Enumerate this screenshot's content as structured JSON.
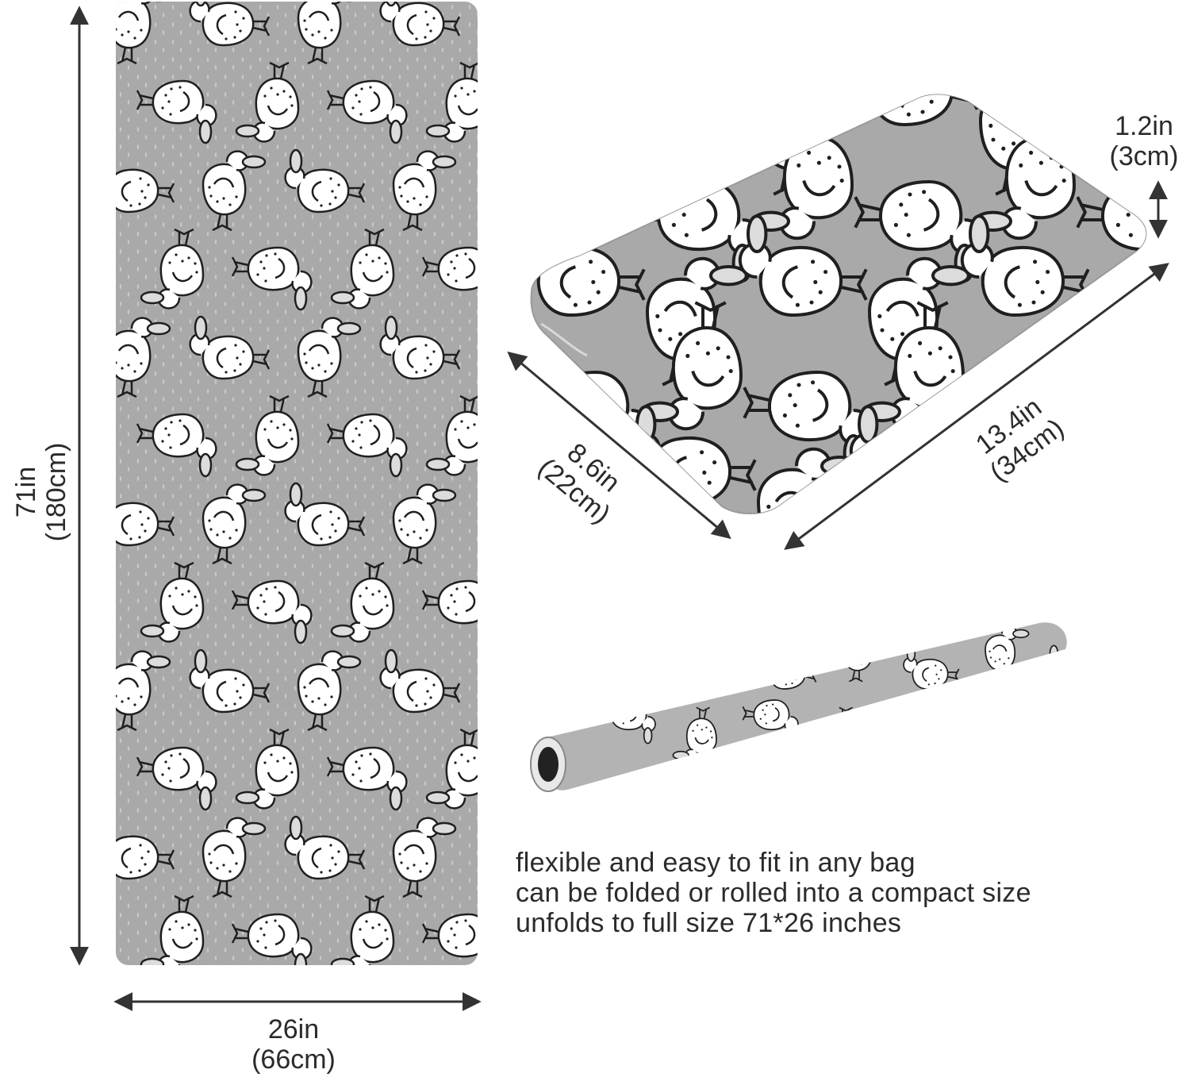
{
  "colors": {
    "mat_bg": "#a9a9a9",
    "pattern_fill": "#ffffff",
    "pattern_line": "#1f1f1f",
    "arrow": "#333333"
  },
  "pattern": "cartoon-duck-pattern",
  "mat": {
    "height_label": "71in",
    "height_metric": "(180cm)",
    "width_label": "26in",
    "width_metric": "(66cm)"
  },
  "folded": {
    "thickness_label": "1.2in",
    "thickness_metric": "(3cm)",
    "depth_label": "8.6in",
    "depth_metric": "(22cm)",
    "length_label": "13.4in",
    "length_metric": "(34cm)"
  },
  "description": [
    "flexible and easy to fit in any bag",
    "can be folded or rolled into a compact size",
    "unfolds to full size 71*26 inches"
  ]
}
